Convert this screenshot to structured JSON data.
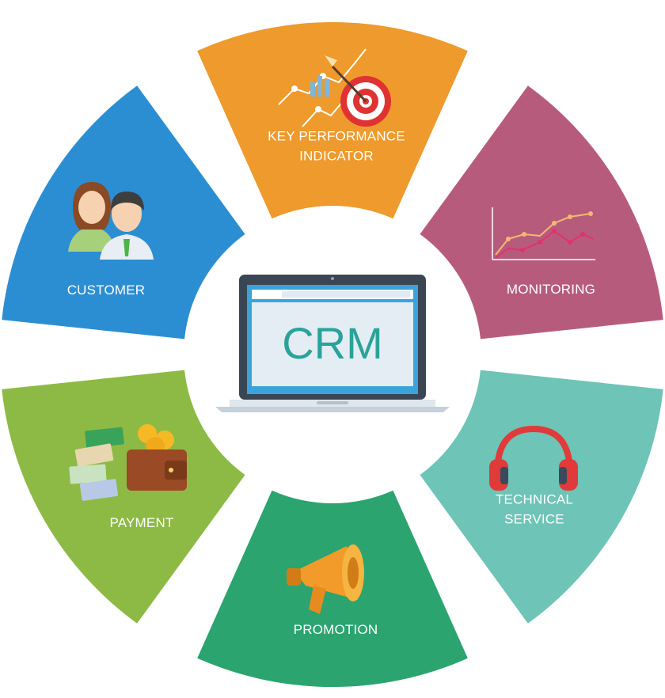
{
  "center": {
    "title": "CRM"
  },
  "segments": [
    {
      "id": "kpi",
      "label_lines": [
        "KEY PERFORMANCE",
        "INDICATOR"
      ],
      "color": "#ee9a2c",
      "icon": "target-chart-icon"
    },
    {
      "id": "monitoring",
      "label_lines": [
        "MONITORING"
      ],
      "color": "#b75b7d",
      "icon": "line-chart-icon"
    },
    {
      "id": "technical-service",
      "label_lines": [
        "TECHNICAL",
        "SERVICE"
      ],
      "color": "#6dc4b7",
      "icon": "headphones-icon"
    },
    {
      "id": "promotion",
      "label_lines": [
        "PROMOTION"
      ],
      "color": "#2ba46f",
      "icon": "megaphone-icon"
    },
    {
      "id": "payment",
      "label_lines": [
        "PAYMENT"
      ],
      "color": "#8dba45",
      "icon": "wallet-money-icon"
    },
    {
      "id": "customer",
      "label_lines": [
        "CUSTOMER"
      ],
      "color": "#2c8ed2",
      "icon": "people-icon"
    }
  ]
}
